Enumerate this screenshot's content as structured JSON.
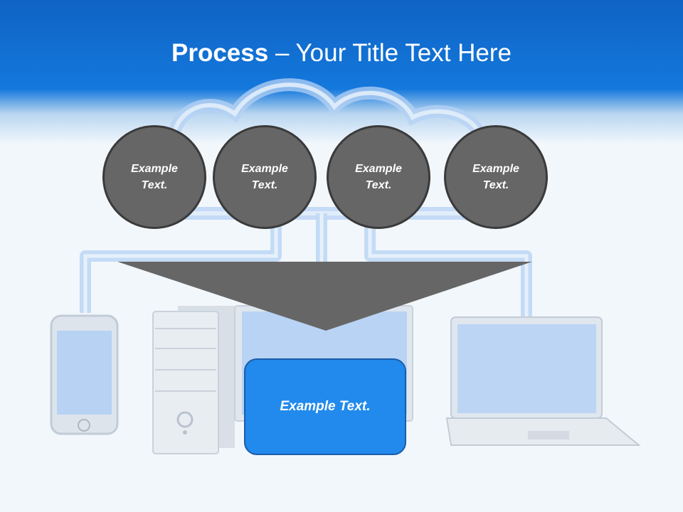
{
  "title": {
    "bold": "Process",
    "rest": " – Your Title Text Here"
  },
  "circles": [
    {
      "label": "Example Text."
    },
    {
      "label": "Example Text."
    },
    {
      "label": "Example Text."
    },
    {
      "label": "Example Text."
    }
  ],
  "box": {
    "label": "Example Text."
  },
  "colors": {
    "header": "#1478dc",
    "circle": "#666666",
    "funnel": "#666666",
    "box": "#218aec"
  }
}
